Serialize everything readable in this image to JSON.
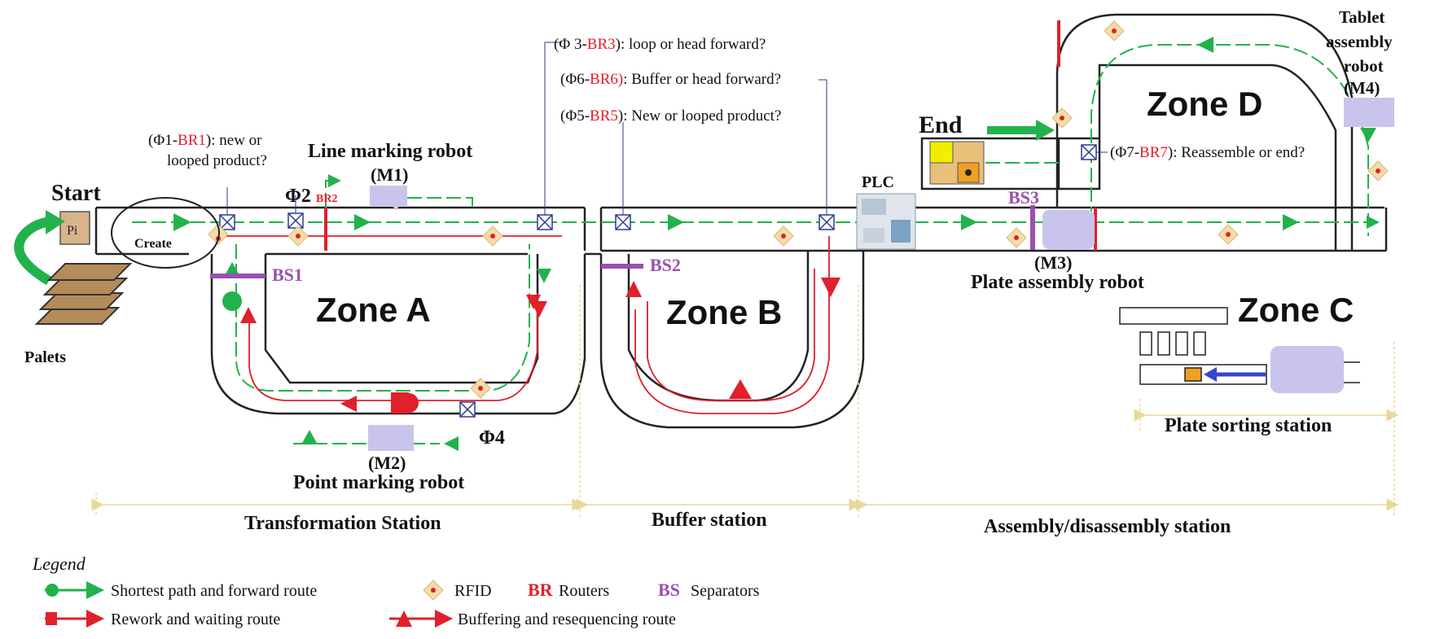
{
  "zones": {
    "a": "Zone A",
    "b": "Zone B",
    "c": "Zone C",
    "d": "Zone D"
  },
  "labels": {
    "start": "Start",
    "end": "End",
    "create": "Create",
    "palets": "Palets",
    "pallet_id": "Pi",
    "plc": "PLC",
    "phi2": "Φ2",
    "phi4": "Φ4"
  },
  "machines": {
    "m1_title": "Line marking robot",
    "m1_code": "(M1)",
    "m2_title": "Point marking robot",
    "m2_code": "(M2)",
    "m3_title": "Plate assembly robot",
    "m3_code": "(M3)",
    "m4_title_1": "Tablet",
    "m4_title_2": "assembly",
    "m4_title_3": "robot",
    "m4_code": "(M4)"
  },
  "separators": {
    "bs1": "BS1",
    "bs2": "BS2",
    "bs3": "BS3"
  },
  "routers": {
    "br2": "BR2"
  },
  "decisions": {
    "d1_open": "(Φ1-",
    "d1_br": "BR1",
    "d1_q1": "): new or",
    "d1_q2": "looped product?",
    "d3_open": "(Φ 3-",
    "d3_br": "BR3",
    "d3_q": "): loop or head forward?",
    "d6_open": "(Φ6-",
    "d6_br": "BR6)",
    "d6_q": ": Buffer or head forward?",
    "d5_open": "(Φ5-",
    "d5_br": "BR5",
    "d5_q": "): New or looped product?",
    "d7_open": "(Φ7-",
    "d7_br": "BR7",
    "d7_q": "): Reassemble or end?"
  },
  "stations": {
    "transformation": "Transformation Station",
    "buffer": "Buffer station",
    "assembly": "Assembly/disassembly station",
    "sorting": "Plate sorting station"
  },
  "legend": {
    "title": "Legend",
    "shortest": "Shortest path and forward route",
    "rework": "Rework and waiting route",
    "rfid": "RFID",
    "br_abbr": "BR",
    "br_text": "Routers",
    "bs_abbr": "BS",
    "bs_text": "Separators",
    "buffering": "Buffering and resequencing route"
  },
  "colors": {
    "forward": "#22b24c",
    "rework": "#e0202a",
    "router": "#2b3a8f",
    "separator": "#9b4fb0",
    "machine": "#c9c4ec",
    "rfid": "#f5dca8"
  }
}
